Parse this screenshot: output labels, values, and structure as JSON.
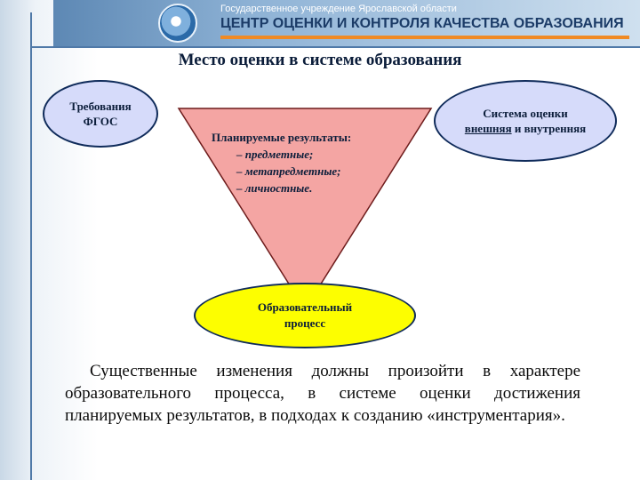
{
  "banner": {
    "line1": "Государственное учреждение Ярославской области",
    "line2": "ЦЕНТР ОЦЕНКИ И КОНТРОЛЯ КАЧЕСТВА ОБРАЗОВАНИЯ"
  },
  "slide": {
    "title": "Место оценки в системе образования",
    "left_ellipse": {
      "line1": "Требования",
      "line2": "ФГОС"
    },
    "right_ellipse": {
      "line1": "Система оценки",
      "word_underlined": "внешняя",
      "word_rest": " и внутренняя"
    },
    "triangle": {
      "heading": "Планируемые результаты:",
      "items": [
        "– предметные;",
        "– метапредметные;",
        "– личностные."
      ]
    },
    "bottom_ellipse": {
      "line1": "Образовательный",
      "line2": "процесс"
    },
    "paragraph": "Существенные изменения должны произойти в характере образовательного процесса, в системе оценки достижения планируемых результатов, в подходах к созданию «инструментария»."
  },
  "colors": {
    "triangle_fill": "#f4a5a3",
    "ellipse_blue": "#d6dbfa",
    "ellipse_yellow": "#fdfe00",
    "banner_accent": "#f08a24"
  }
}
